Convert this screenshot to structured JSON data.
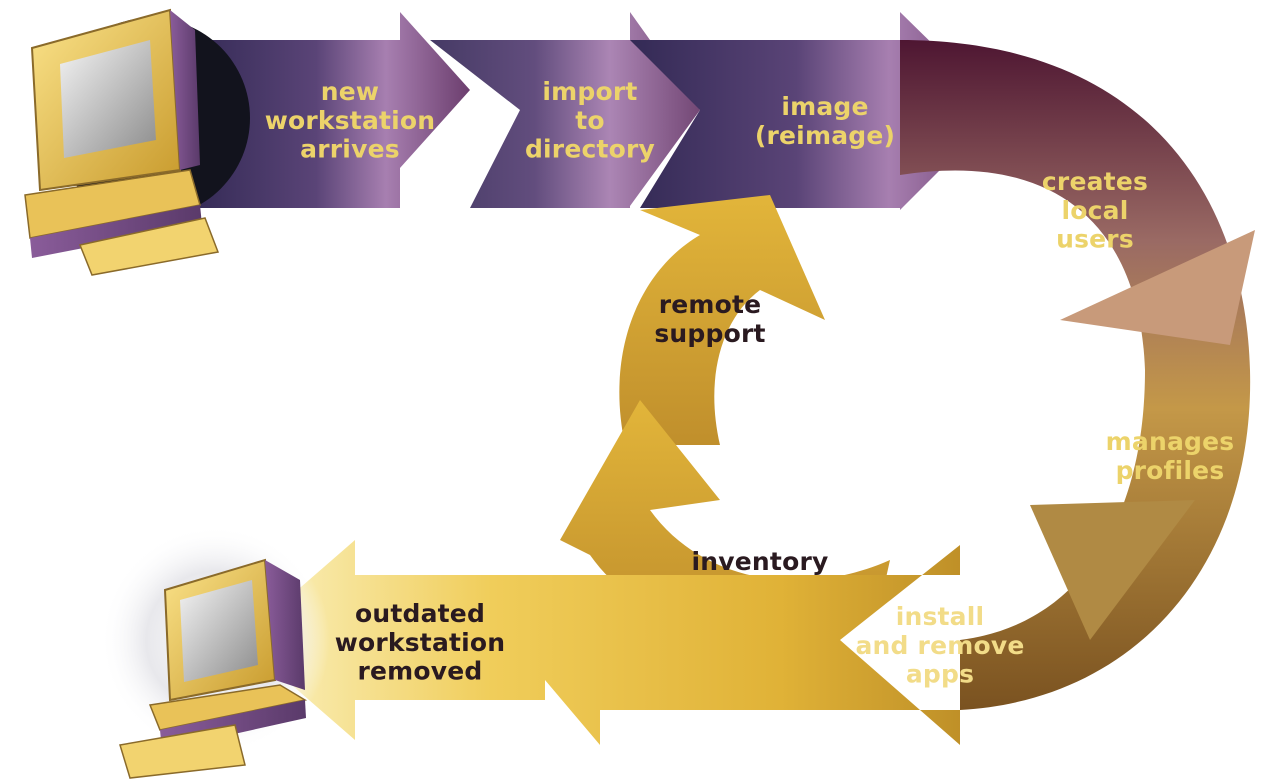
{
  "steps": {
    "new_workstation": "new\nworkstation\narrives",
    "import": "import\nto\ndirectory",
    "image": "image\n(reimage)",
    "creates_users": "creates\nlocal\nusers",
    "manages_profiles": "manages\nprofiles",
    "install_apps": "install\nand remove\napps",
    "inventory": "inventory",
    "remote_support": "remote\nsupport",
    "outdated": "outdated\nworkstation\nremoved"
  },
  "icons": {
    "new_computer": "computer-icon",
    "old_computer": "computer-icon"
  },
  "colors": {
    "purple_dark": "#3a2c5c",
    "purple_light": "#9a6aa8",
    "maroon": "#5a1838",
    "gold": "#d4a730",
    "gold_light": "#f6e7a4",
    "text_light": "#ecd36a",
    "text_dark": "#2a1a20"
  }
}
